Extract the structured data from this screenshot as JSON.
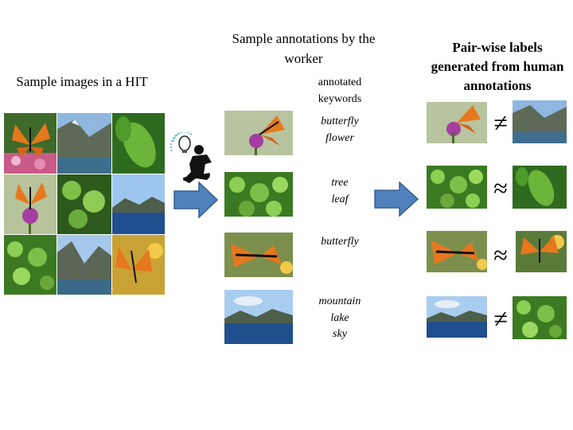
{
  "headings": {
    "hit": "Sample images in a HIT",
    "annotations": "Sample annotations by the worker",
    "pairwise": "Pair-wise labels generated from human annotations"
  },
  "keywords_header": "annotated keywords",
  "annotations": [
    {
      "keywords": [
        "butterfly",
        "flower"
      ]
    },
    {
      "keywords": [
        "tree",
        "leaf"
      ]
    },
    {
      "keywords": [
        "butterfly"
      ]
    },
    {
      "keywords": [
        "mountain",
        "lake",
        "sky"
      ]
    }
  ],
  "pairs": [
    {
      "relation": "≠"
    },
    {
      "relation": "≈"
    },
    {
      "relation": "≈"
    },
    {
      "relation": "≠"
    }
  ],
  "colors": {
    "arrow_fill": "#4f81bd",
    "arrow_stroke": "#385d8a"
  },
  "icons": [
    "worker-with-idea-icon",
    "right-arrow-icon"
  ]
}
